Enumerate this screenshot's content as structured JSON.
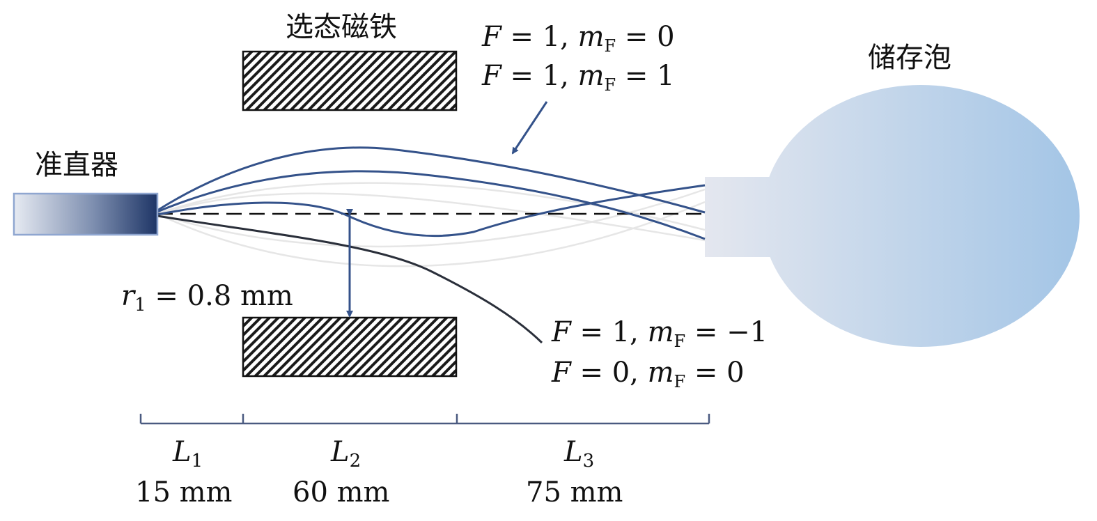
{
  "labels": {
    "collimator": "准直器",
    "magnet": "选态磁铁",
    "bulb": "储存泡"
  },
  "states": {
    "focused": [
      {
        "F": "1",
        "mF": "0"
      },
      {
        "F": "1",
        "mF": "1"
      }
    ],
    "defocused": [
      {
        "F": "1",
        "mF": "−1"
      },
      {
        "F": "0",
        "mF": "0"
      }
    ]
  },
  "radius": {
    "symbol": "r",
    "sub": "1",
    "eq": " = ",
    "value": "0.8",
    "unit": "mm"
  },
  "segments": [
    {
      "symbol": "L",
      "sub": "1",
      "length": "15",
      "unit": "mm"
    },
    {
      "symbol": "L",
      "sub": "2",
      "length": "60",
      "unit": "mm"
    },
    {
      "symbol": "L",
      "sub": "3",
      "length": "75",
      "unit": "mm"
    }
  ],
  "colors": {
    "beam_blue": "#34528a",
    "beam_dark": "#2a2f3a",
    "ghost": "#e4e4e4",
    "axis": "#111111",
    "collimator_dark": "#1e3566",
    "collimator_light": "#e6eaf2",
    "collimator_border": "#8fa6d0",
    "bulb_light": "#e4e7ef",
    "bulb_dark": "#a3c5e6",
    "dim_line": "#4a5a80"
  }
}
